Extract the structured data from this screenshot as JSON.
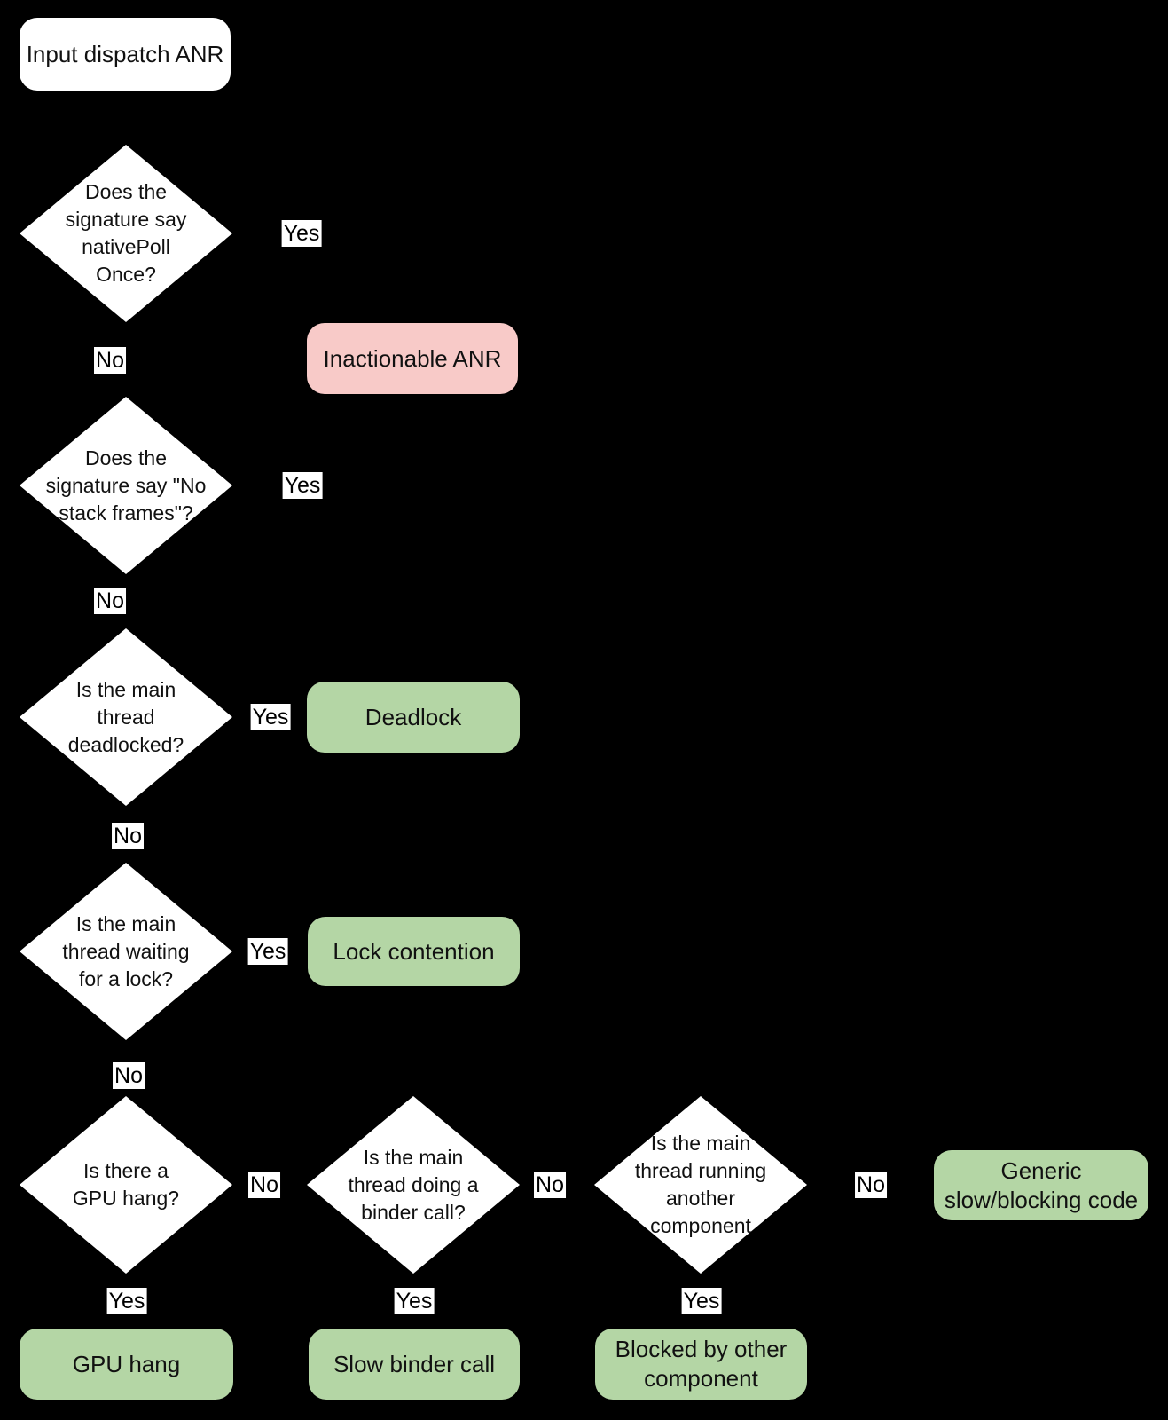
{
  "palette": {
    "background": "#000000",
    "neutral_node_fill": "#ffffff",
    "bad_outcome_fill": "#f8cac8",
    "good_outcome_fill": "#b4d6a5",
    "text": "#111111"
  },
  "nodes": {
    "start": "Input dispatch ANR",
    "q_nativepoll": "Does the\nsignature say\nnativePoll\nOnce?",
    "q_nostack": "Does the\nsignature say \"No\nstack frames\"?",
    "q_deadlock": "Is the main\nthread\ndeadlocked?",
    "q_lock": "Is the main\nthread waiting\nfor a lock?",
    "q_gpu": "Is there a\nGPU hang?",
    "q_binder": "Is the main\nthread doing a\nbinder call?",
    "q_component": "Is the main\nthread running\nanother\ncomponent",
    "out_inactionable": "Inactionable ANR",
    "out_deadlock": "Deadlock",
    "out_lock": "Lock contention",
    "out_generic": "Generic\nslow/blocking code",
    "out_gpu": "GPU hang",
    "out_binder": "Slow binder call",
    "out_blocked": "Blocked by other\ncomponent"
  },
  "edge_labels": {
    "nativepoll_yes": "Yes",
    "nativepoll_no": "No",
    "nostack_yes": "Yes",
    "nostack_no": "No",
    "deadlock_yes": "Yes",
    "deadlock_no": "No",
    "lock_yes": "Yes",
    "lock_no": "No",
    "gpu_no": "No",
    "gpu_yes": "Yes",
    "binder_no": "No",
    "binder_yes": "Yes",
    "component_no": "No",
    "component_yes": "Yes"
  }
}
